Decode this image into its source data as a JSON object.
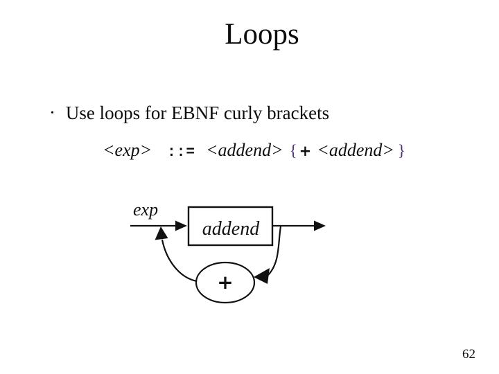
{
  "slide": {
    "title": "Loops",
    "bullet": {
      "marker": "•",
      "text": "Use loops for EBNF curly brackets"
    },
    "grammar": {
      "lhs": "<exp>",
      "op": "::=",
      "rhs1": "<addend>",
      "open_brace": "{",
      "plus": "+",
      "rhs2": "<addend>",
      "close_brace": "}",
      "brace_color": "#50307e",
      "ink_color": "#0d0d0d"
    },
    "diagram": {
      "entry_label": "exp",
      "box_label": "addend",
      "loop_label": "+"
    },
    "page_number": "62"
  }
}
